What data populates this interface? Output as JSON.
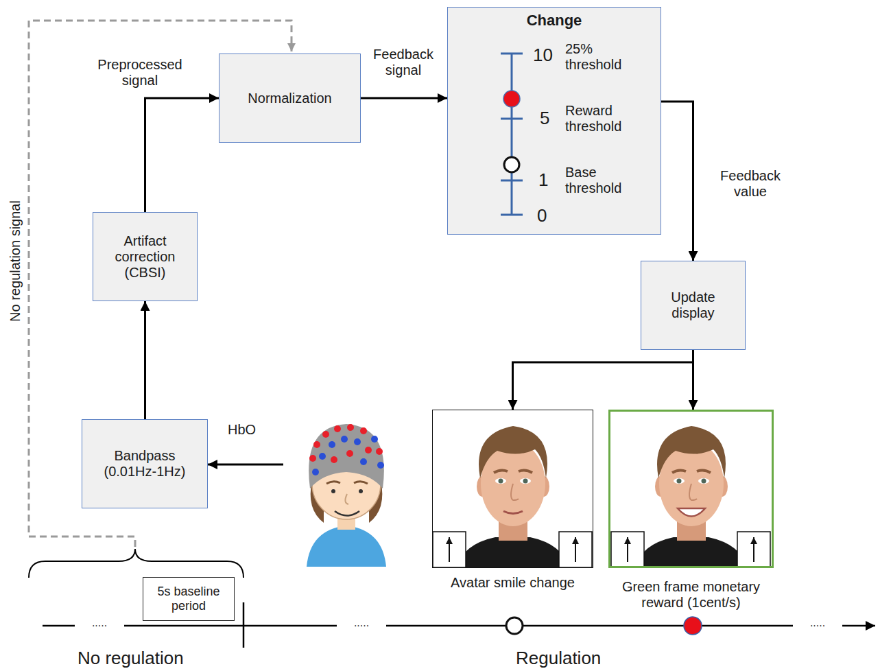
{
  "diagram": {
    "nodes": [
      {
        "text": [
          "Normalization"
        ]
      },
      {
        "text": [
          "Change"
        ]
      },
      {
        "text": [
          "Artifact correction (CBSI)"
        ]
      },
      {
        "text": [
          "Update display"
        ]
      },
      {
        "text": [
          "Bandpass (0.01Hz-1Hz)"
        ]
      },
      {
        "text": [
          "Avatar smile change"
        ]
      },
      {
        "text": [
          "Green frame monetary reward (1cent/s)"
        ]
      },
      {
        "text": [
          "5s baseline period"
        ]
      }
    ],
    "edges": [
      {
        "from": 2,
        "to": 0,
        "label": "Preprocessed signal",
        "arrow": "to"
      },
      {
        "from": 4,
        "to": 2,
        "arrow": "to"
      },
      {
        "from": 0,
        "to": 1,
        "label": "Feedback signal",
        "arrow": "to"
      },
      {
        "from": 1,
        "to": 3,
        "label": "Feedback value",
        "arrow": "to"
      },
      {
        "from": 3,
        "to": 5,
        "arrow": "to"
      },
      {
        "from": 3,
        "to": 6,
        "arrow": "to"
      }
    ],
    "labels": [
      "HbO",
      "No regulation signal",
      "10",
      "25% threshold",
      "5",
      "Reward threshold",
      "1",
      "Base threshold",
      "0",
      ".....",
      ".....",
      ".....",
      "No regulation",
      "Regulation"
    ]
  }
}
